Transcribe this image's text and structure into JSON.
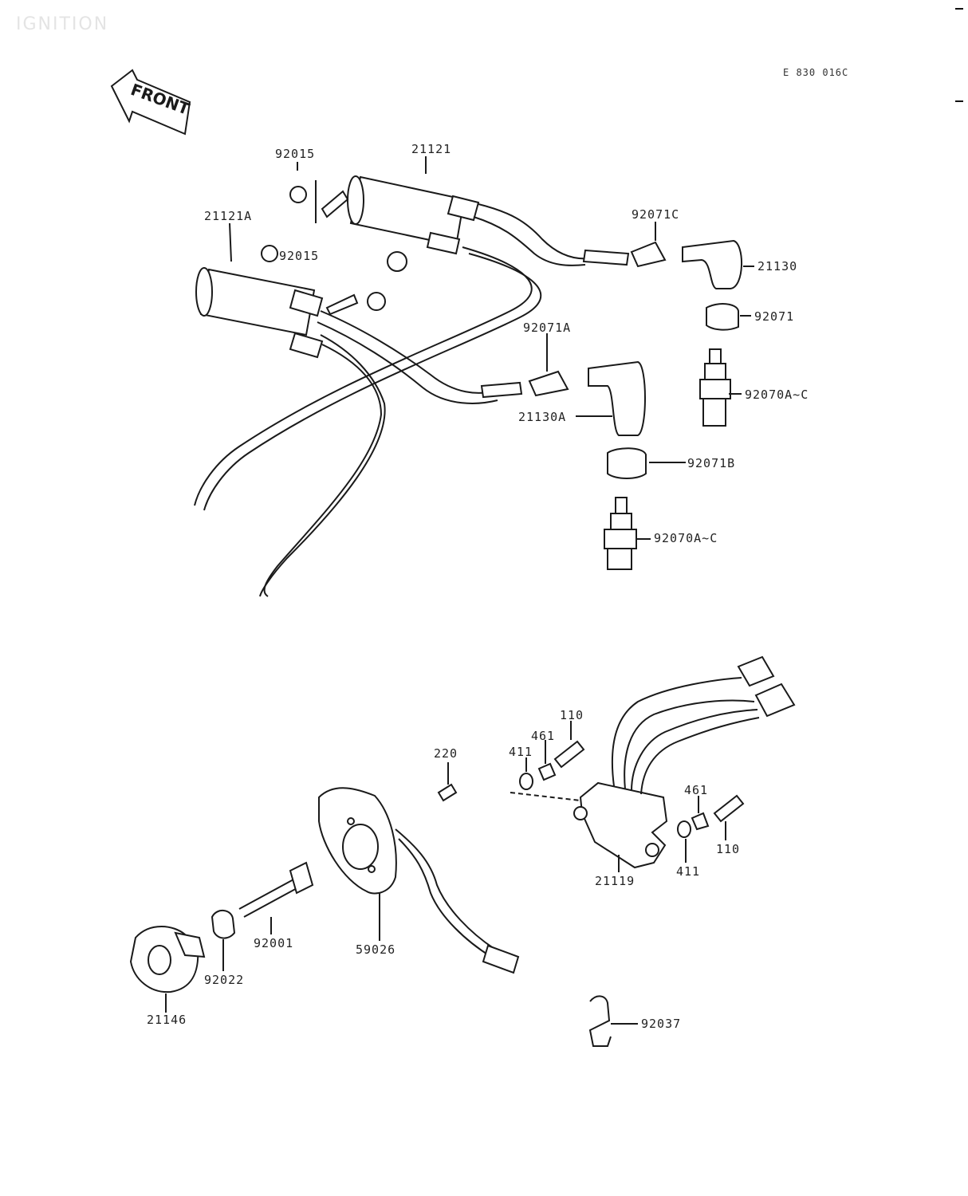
{
  "header": {
    "title": "IGNITION",
    "code": "E 830 016C"
  },
  "arrow": {
    "label": "FRONT"
  },
  "labels": [
    "92015",
    "21121",
    "21121A",
    "92015",
    "92071C",
    "21130",
    "92071",
    "92071A",
    "92070A~C",
    "21130A",
    "92071B",
    "92070A~C",
    "110",
    "461",
    "411",
    "220",
    "461",
    "411",
    "110",
    "21119",
    "59026",
    "92001",
    "92022",
    "21146",
    "92037"
  ]
}
